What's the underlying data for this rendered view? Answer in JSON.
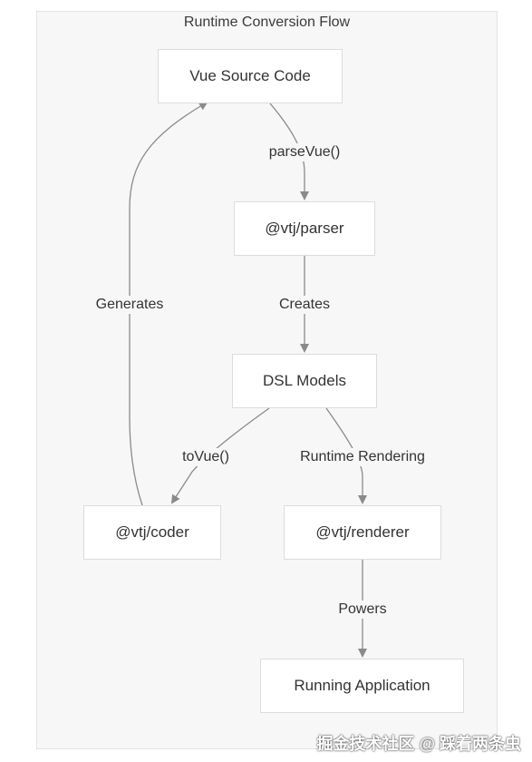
{
  "diagram": {
    "title": "Runtime Conversion Flow",
    "nodes": {
      "vue_source": "Vue Source Code",
      "parser": "@vtj/parser",
      "dsl": "DSL Models",
      "coder": "@vtj/coder",
      "renderer": "@vtj/renderer",
      "app": "Running Application"
    },
    "edges": {
      "parse": "parseVue()",
      "creates": "Creates",
      "tovue": "toVue()",
      "runtime": "Runtime Rendering",
      "powers": "Powers",
      "generates": "Generates"
    }
  },
  "watermark": "掘金技术社区 @ 踩着两条虫",
  "colors": {
    "edge": "#8a8a8a",
    "background": "#f7f7f7",
    "node": "#ffffff"
  }
}
